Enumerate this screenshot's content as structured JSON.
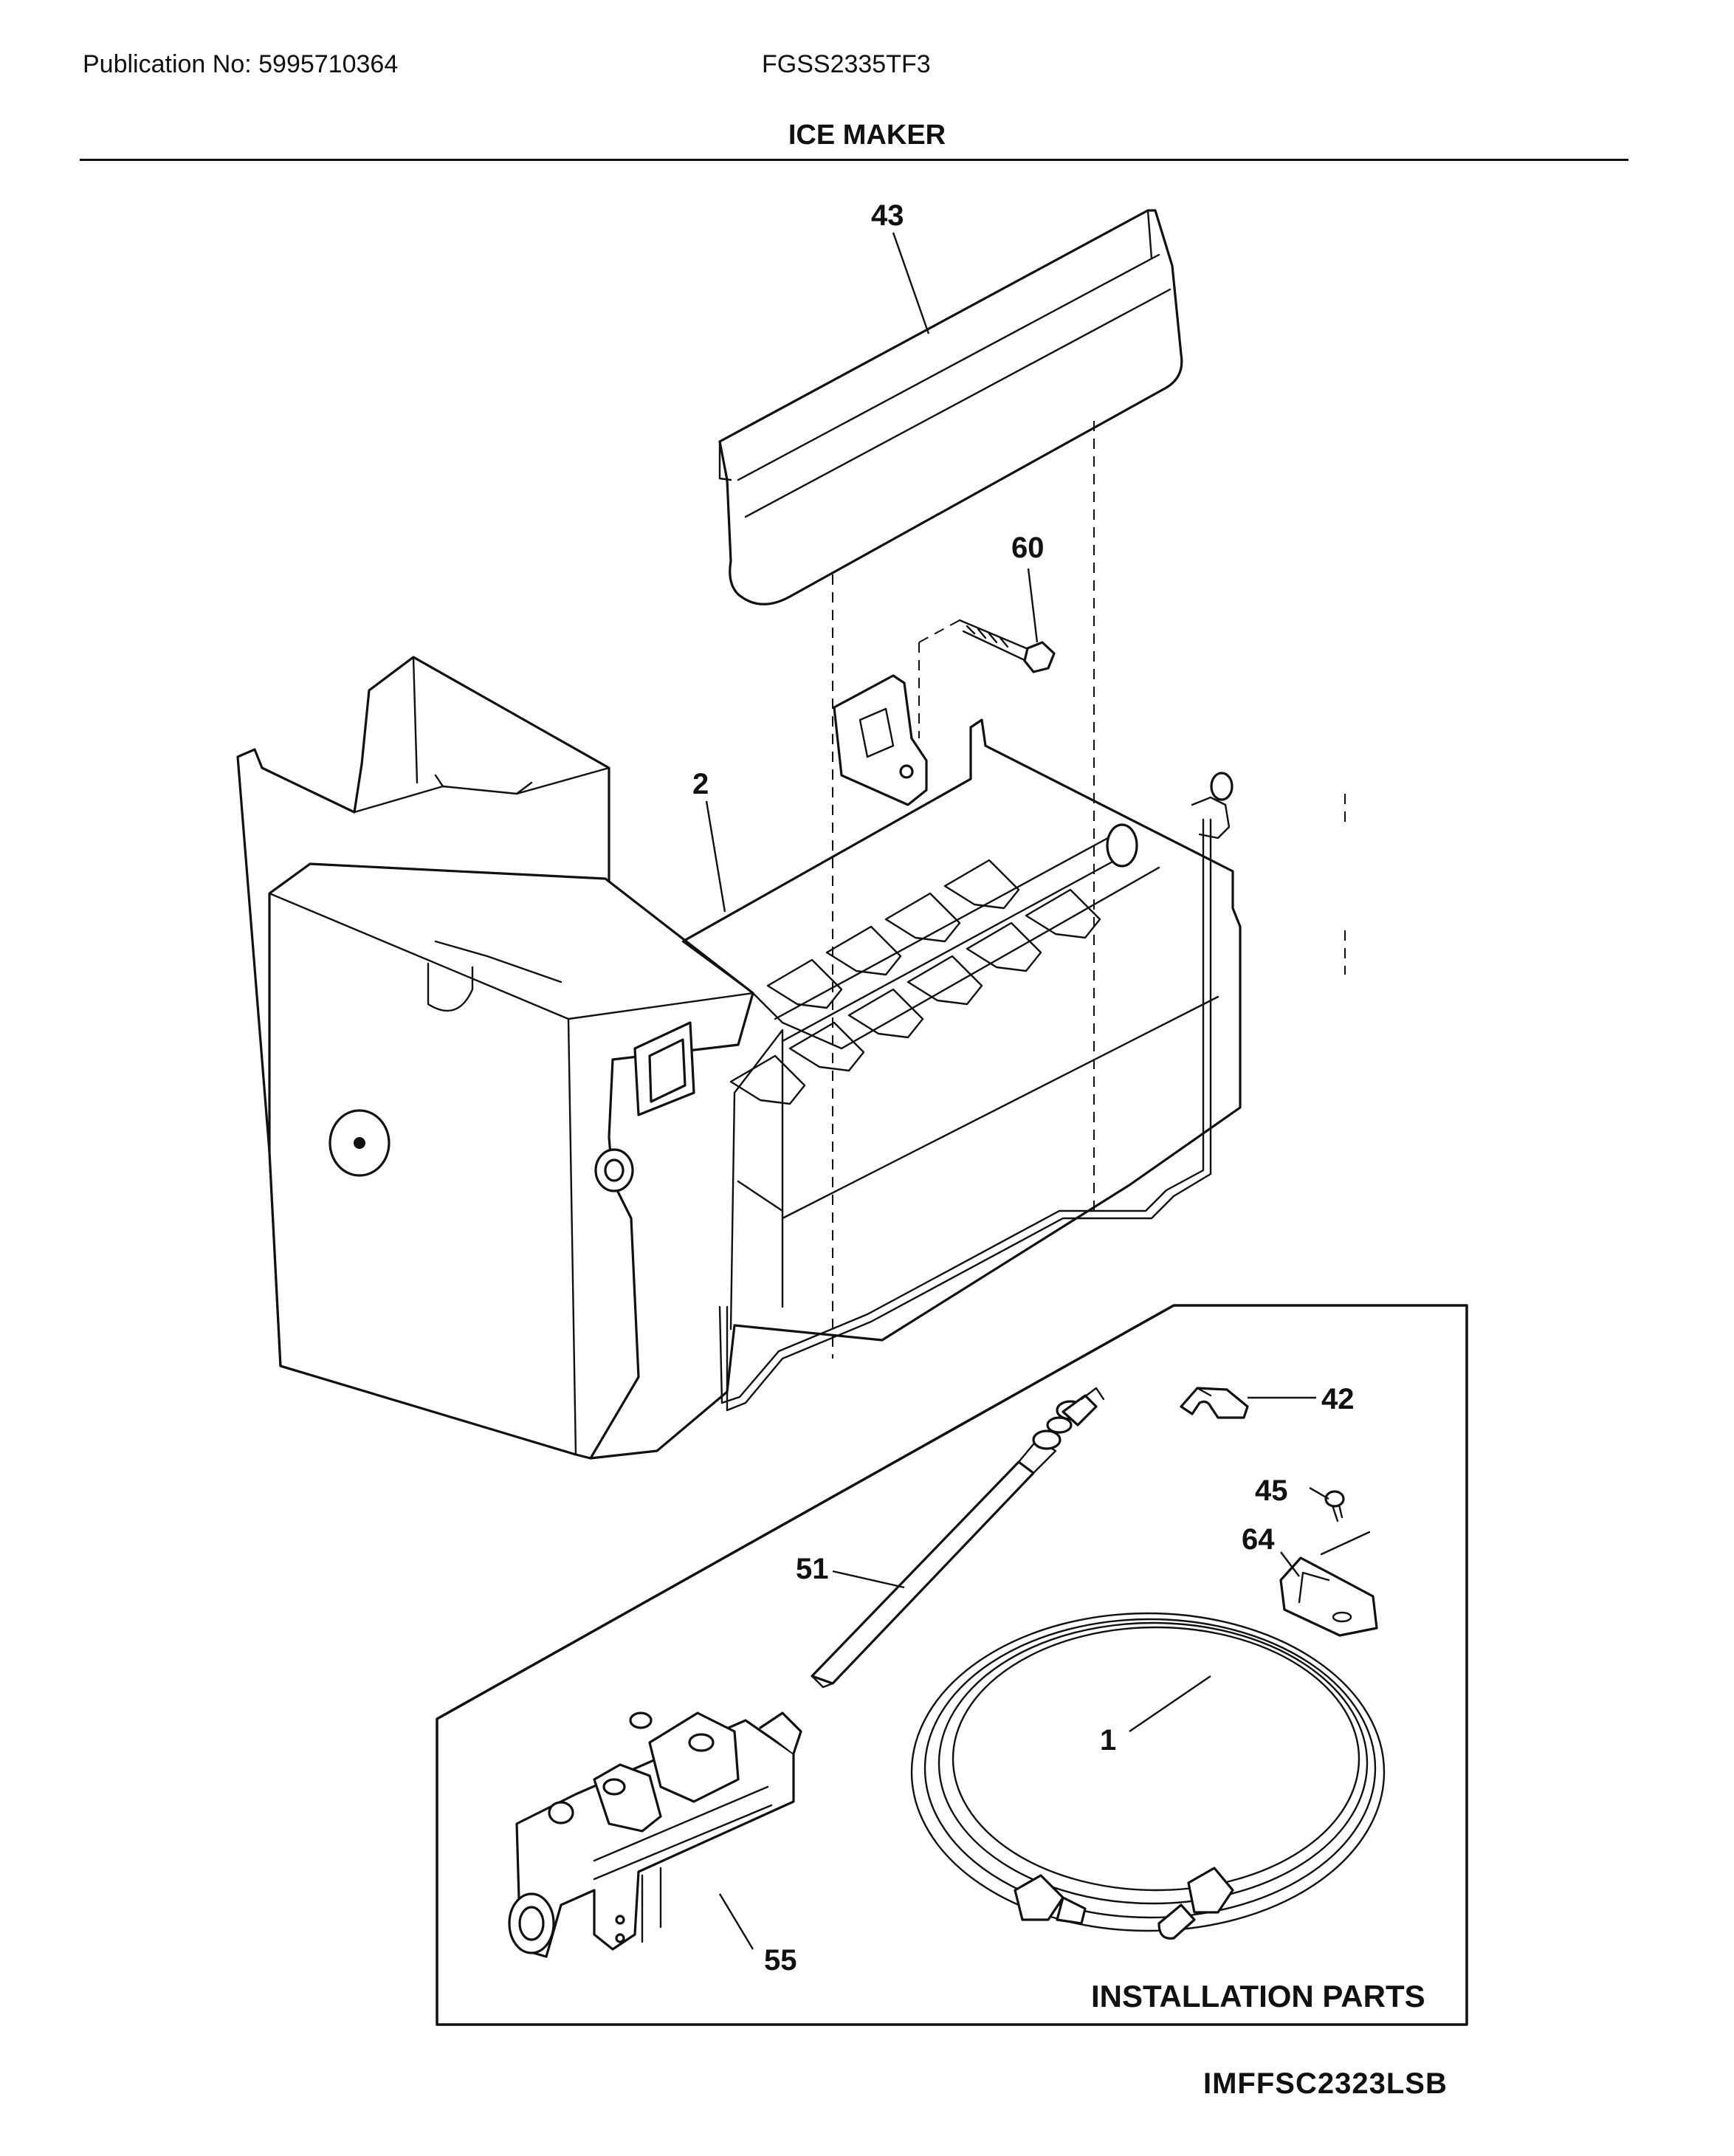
{
  "header": {
    "publication": "Publication No: 5995710364",
    "model": "FGSS2335TF3",
    "title": "ICE MAKER"
  },
  "callouts": {
    "c43": "43",
    "c60": "60",
    "c2": "2",
    "c42": "42",
    "c45": "45",
    "c64": "64",
    "c51": "51",
    "c1": "1",
    "c55": "55"
  },
  "installation_box": {
    "label": "INSTALLATION PARTS"
  },
  "footer": {
    "code": "IMFFSC2323LSB"
  }
}
